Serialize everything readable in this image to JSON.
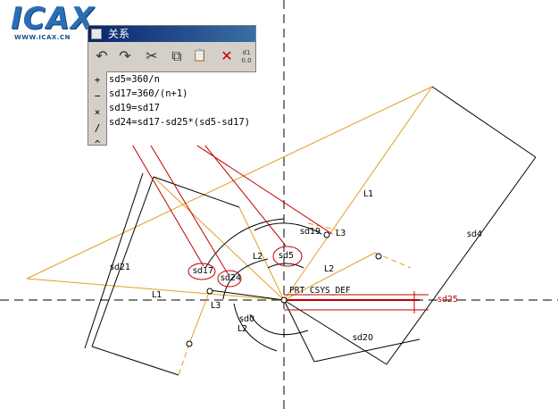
{
  "logo": {
    "text": "ICAX",
    "subtext": "WWW.ICAX.CN"
  },
  "dialog": {
    "title": "关系",
    "toolbar": [
      {
        "name": "undo-icon",
        "glyph": "↶"
      },
      {
        "name": "redo-icon",
        "glyph": "↷"
      },
      {
        "name": "cut-icon",
        "glyph": "✂"
      },
      {
        "name": "copy-icon",
        "glyph": "⧉"
      },
      {
        "name": "paste-icon",
        "glyph": "📋"
      },
      {
        "name": "delete-icon",
        "glyph": "✕"
      },
      {
        "name": "number-format-icon",
        "glyph": "d1 0.0"
      }
    ],
    "side_ops": [
      "+",
      "−",
      "×",
      "/",
      "^"
    ],
    "relations": [
      "sd5=360/n",
      "sd17=360/(n+1)",
      "sd19=sd17",
      "sd24=sd17-sd25*(sd5-sd17)"
    ]
  },
  "sketch_labels": {
    "sd21": "sd21",
    "sd4": "sd4",
    "sd19": "sd19",
    "sd5": "sd5",
    "sd17": "sd17",
    "sd24": "sd24",
    "sd0": "sd0",
    "sd20": "sd20",
    "sd25": "sd25",
    "csys": "PRT_CSYS_DEF",
    "l1_top": "L1",
    "l1_left": "L1",
    "l2_a": "L2",
    "l2_b": "L2",
    "l2_c": "L2",
    "l3_a": "L3",
    "l3_b": "L3"
  },
  "colors": {
    "accent_red": "#c00000",
    "construction_orange": "#e0a020",
    "dialog_bg": "#d4d0c8",
    "title_bar": "#0a246a"
  }
}
